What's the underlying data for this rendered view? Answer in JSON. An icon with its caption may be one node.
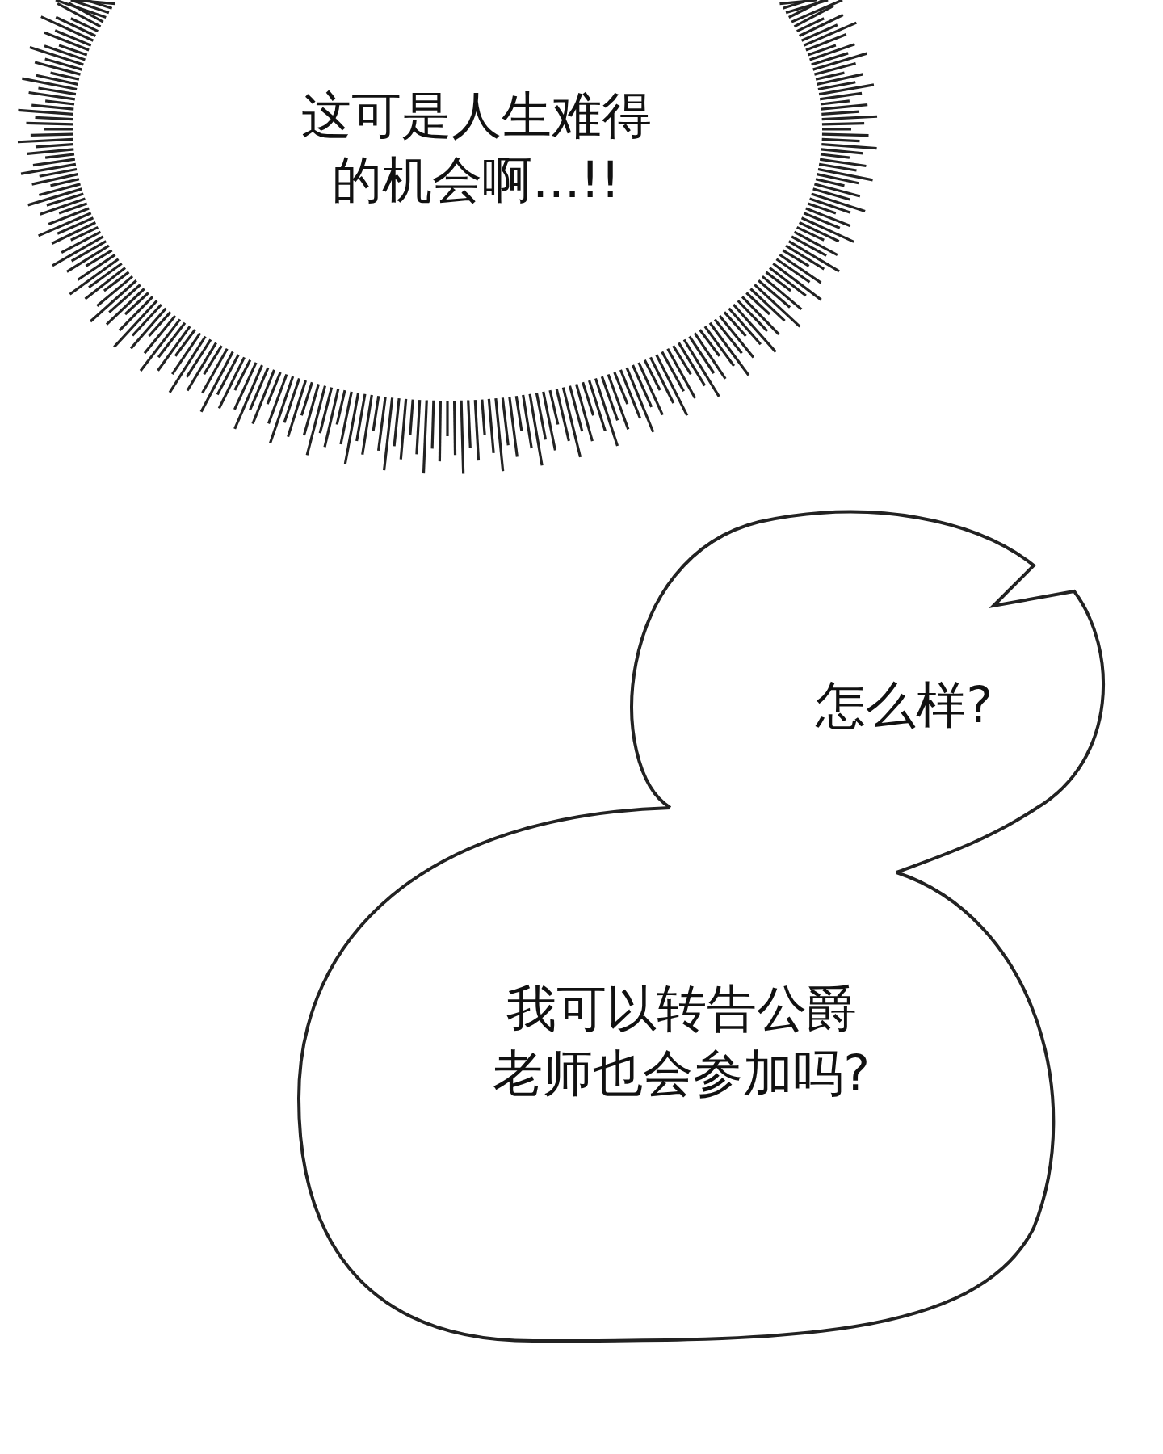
{
  "diagram": {
    "nodes": [
      {
        "text": [
          "这可是人生难得的机会啊...!!"
        ]
      },
      {
        "text": [
          "怎么样?"
        ]
      },
      {
        "text": [
          "我可以转告公爵老师也会参加吗?"
        ]
      }
    ]
  }
}
